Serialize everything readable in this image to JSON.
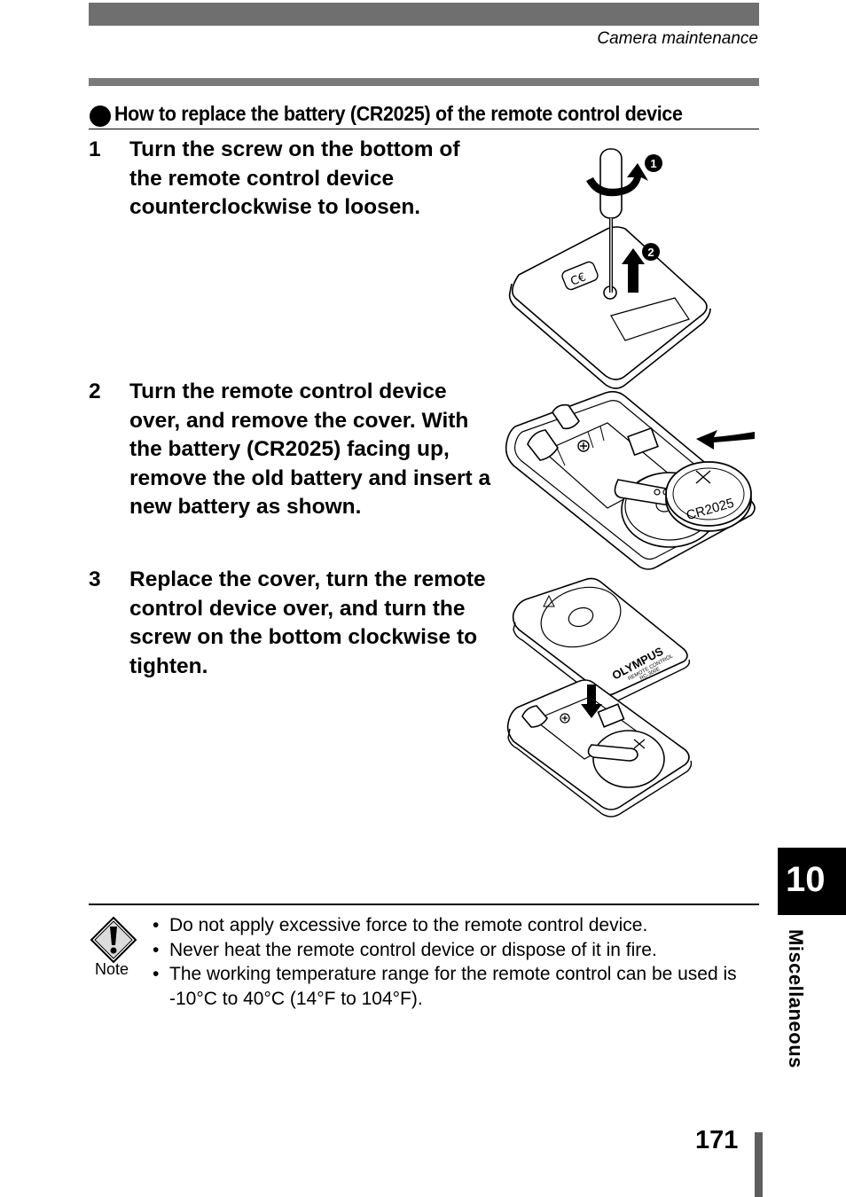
{
  "header": {
    "section_label": "Camera maintenance"
  },
  "heading": "How to replace the battery (CR2025) of the remote control device",
  "steps": [
    {
      "number": "1",
      "text": "Turn the screw on the bottom of the remote control device counterclockwise to loosen."
    },
    {
      "number": "2",
      "text": "Turn the remote control device over, and remove the cover. With the battery (CR2025) facing up, remove the old battery and insert a new battery as shown."
    },
    {
      "number": "3",
      "text": "Replace the cover, turn the remote control device over, and turn the screw on the bottom clockwise to tighten."
    }
  ],
  "illustrations": {
    "step1": {
      "callout_1": "1",
      "callout_2": "2"
    },
    "step2": {
      "battery_label": "CR2025"
    },
    "step3": {
      "brand": "OLYMPUS",
      "product_line1": "REMOTE CONTROL",
      "product_line2": "RC-300E"
    }
  },
  "note": {
    "label": "Note",
    "items": [
      "Do not apply excessive force to the remote control device.",
      "Never heat the remote control device or dispose of it in fire.",
      "The working temperature range for the remote control can be used is -10°C to 40°C (14°F to 104°F)."
    ]
  },
  "side_tab": {
    "chapter_number": "10",
    "chapter_name": "Miscellaneous"
  },
  "page_number": "171",
  "icons": [
    "heading-bullet-icon",
    "note-warning-icon",
    "rotation-arrow-icon",
    "up-arrow-icon",
    "curved-arrow-icon",
    "down-arrow-icon"
  ]
}
